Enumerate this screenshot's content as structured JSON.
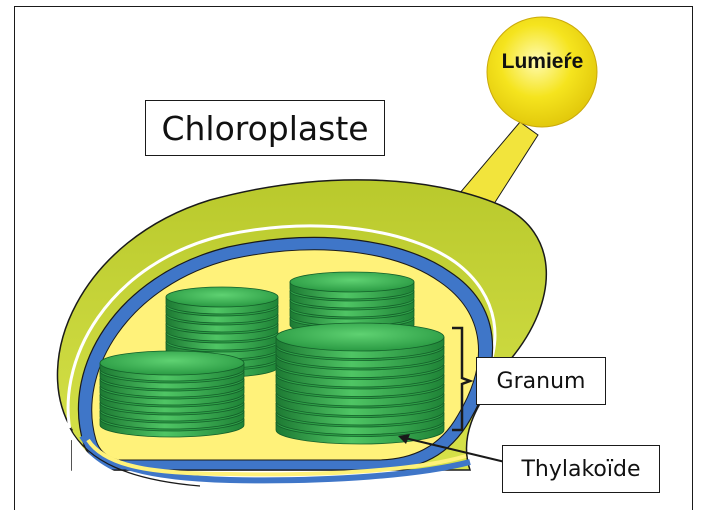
{
  "title": "Chloroplaste",
  "labels": {
    "light": "Lumieŕe",
    "granum": "Granum",
    "thylakoid": "Thylakoïde"
  },
  "colors": {
    "outer_membrane": "#c9d83a",
    "inner_membrane": "#3f76c8",
    "stroma": "#fff27a",
    "thylakoid": "#2fa84a",
    "sun": "#f3e21c",
    "sun_ray": "#f0e43a"
  }
}
